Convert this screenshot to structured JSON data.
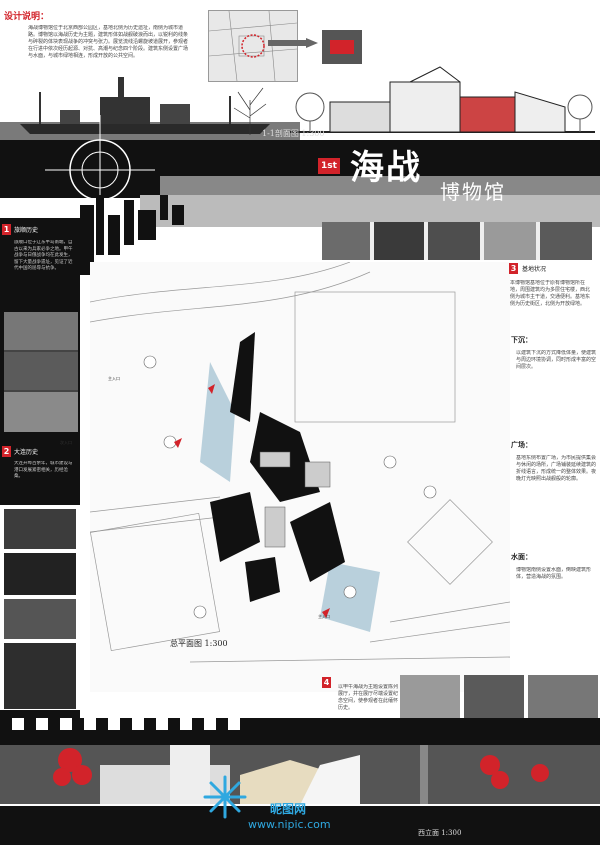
{
  "design_notes": {
    "heading": "设计说明：",
    "body": "海战博物馆位于北京西部公园区，基地北侧为历史遗址，南侧为城市道路。博物馆以海战历史为主题，建筑形体如战舰破浪而出，以锐利的线条与碎裂的体块表现战争的冲突与张力。展览流线沿螺旋坡道展开，参观者在行进中依次经历起源、对抗、高潮与纪念四个阶段。建筑东侧设置广场与水面，与城市绿地相连，形成开放的公共空间。"
  },
  "section_title": "1-1剖面图  1:300",
  "elevation_title": "西立面  1:300",
  "site_plan_title": "总平面图  1:300",
  "title": {
    "badge": "1st",
    "main": "海战",
    "sub": "博物馆"
  },
  "sidebar": {
    "sections": [
      {
        "num": "1",
        "label": "旅顺历史",
        "text": "旅顺口位于辽东半岛南端，自古以来为兵家必争之地。甲午战争与日俄战争均在此发生，留下大量战争遗址，见证了近代中国的屈辱与抗争。"
      },
      {
        "num": "2",
        "label": "大连历史",
        "text": "大连开埠百余年，城市建设与港口发展紧密相关，历经沧桑。"
      }
    ]
  },
  "right_panel": {
    "section3": {
      "num": "3",
      "label": "基地状况",
      "text": "本博物馆基地位于原有博物馆所在地，周围建筑均为多层住宅楼，西北侧为城市主干道，交通便利。基地东侧为历史街区，北侧为开放绿地。"
    },
    "xiachen": {
      "heading": "下沉：",
      "text": "以建筑下沉的方式降低体量，使建筑与周边环境协调，同时形成丰富的空间层次。"
    },
    "guangchang": {
      "heading": "广场：",
      "text": "基地东侧布置广场，为市民提供集会与休闲的场所，广场铺装延续建筑的折线语言，形成统一的整体效果。夜晚灯光映照出战舰般的轮廓。"
    },
    "shuimian": {
      "heading": "水面：",
      "text": "博物馆南侧设置水面，倒映建筑形体，营造海战的氛围。"
    }
  },
  "section4": {
    "num": "4",
    "text": "以甲午海战为主题设置陈列展厅，并在展厅尽端设置纪念空间，使参观者在此缅怀历史。"
  },
  "labels": {
    "entrance_a": "主入口",
    "entrance_b": "次入口",
    "entrance_c": "主入口"
  },
  "watermark": {
    "site": "昵图网",
    "url": "www.nipic.com"
  },
  "colors": {
    "accent_red": "#d2232a",
    "dark": "#111111",
    "map_blue": "#b9d0dc"
  }
}
